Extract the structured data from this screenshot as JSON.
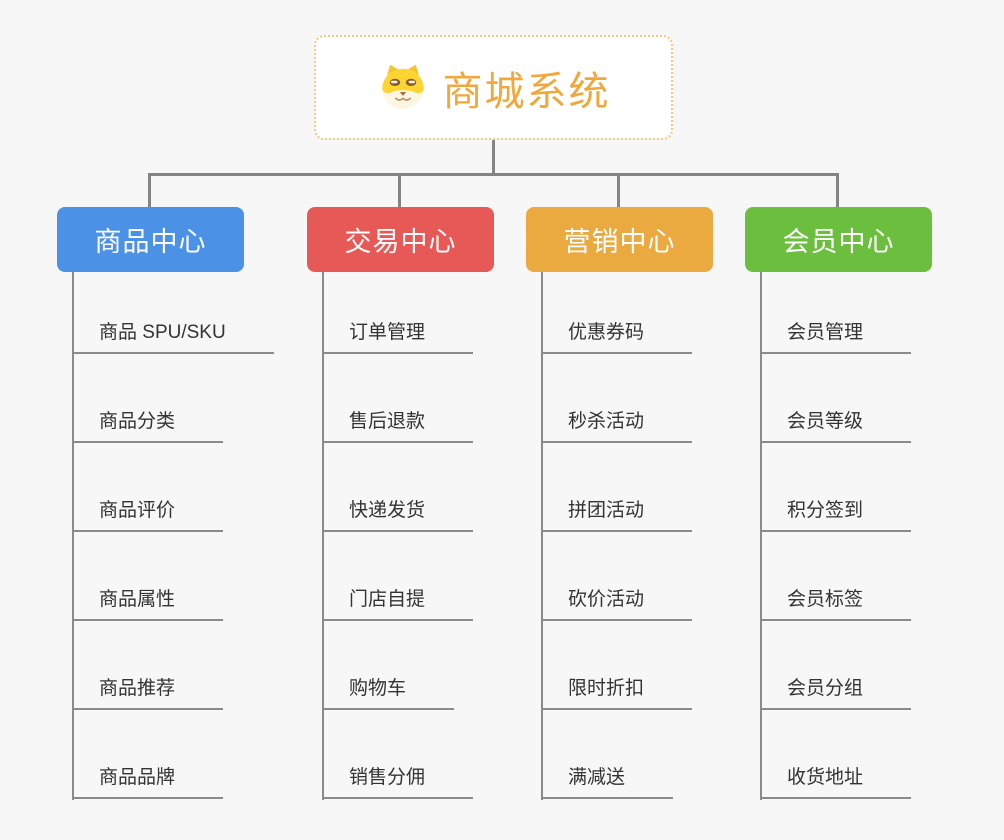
{
  "root": {
    "title": "商城系统",
    "icon": "dog-face-icon",
    "accent_color": "#f0a73c",
    "border_color": "#f6c782"
  },
  "connector_color": "#848484",
  "background_color": "#f7f7f7",
  "branches": [
    {
      "label": "商品中心",
      "color": "#4b92e7",
      "items": [
        "商品 SPU/SKU",
        "商品分类",
        "商品评价",
        "商品属性",
        "商品推荐",
        "商品品牌"
      ]
    },
    {
      "label": "交易中心",
      "color": "#e75956",
      "items": [
        "订单管理",
        "售后退款",
        "快递发货",
        "门店自提",
        "购物车",
        "销售分佣"
      ]
    },
    {
      "label": "营销中心",
      "color": "#ebaa3f",
      "items": [
        "优惠券码",
        "秒杀活动",
        "拼团活动",
        "砍价活动",
        "限时折扣",
        "满减送"
      ]
    },
    {
      "label": "会员中心",
      "color": "#6cbe3f",
      "items": [
        "会员管理",
        "会员等级",
        "积分签到",
        "会员标签",
        "会员分组",
        "收货地址"
      ]
    }
  ]
}
